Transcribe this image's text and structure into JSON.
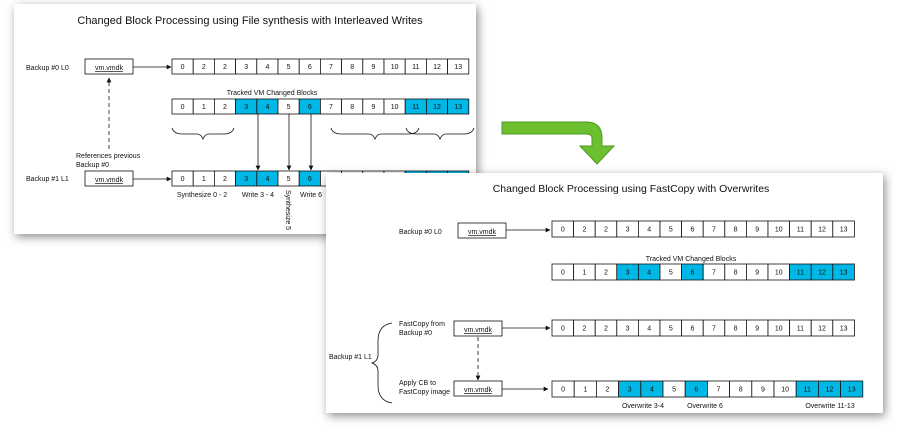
{
  "colors": {
    "changed": "#00b8e6",
    "arrow": "#6cbf2f",
    "arrow_dark": "#4f9a1f",
    "text": "#111111"
  },
  "cells": [
    "0",
    "1",
    "2",
    "3",
    "4",
    "5",
    "6",
    "7",
    "8",
    "9",
    "10",
    "11",
    "12",
    "13"
  ],
  "cells_l0": [
    "0",
    "2",
    "2",
    "3",
    "4",
    "5",
    "6",
    "7",
    "8",
    "9",
    "10",
    "11",
    "12",
    "13"
  ],
  "panel1": {
    "title": "Changed Block Processing using File synthesis with Interleaved Writes",
    "backup0_label": "Backup #0 L0",
    "backup1_label": "Backup #1 L1",
    "vmdk0": "vm.vmdk",
    "vmdk1": "vm.vmdk",
    "tracked_label": "Tracked VM Changed Blocks",
    "references_label": [
      "References previous",
      "Backup #0"
    ],
    "changed_indices": [
      3,
      4,
      6,
      11,
      12,
      13
    ],
    "captions": {
      "synth_0_2": "Synthesize 0 - 2",
      "write_3_4": "Write 3 - 4",
      "synth_5": "Synthesize 5",
      "write_6": "Write 6"
    }
  },
  "panel2": {
    "title": "Changed Block Processing using FastCopy with Overwrites",
    "backup0_label": "Backup #0 L0",
    "backup1_label": "Backup #1 L1",
    "vmdk0": "vm.vmdk",
    "vmdk_fastcopy": "vm.vmdk",
    "vmdk_apply": "vm.vmdk",
    "tracked_label": "Tracked VM Changed Blocks",
    "fastcopy_label": [
      "FastCopy from",
      "Backup #0"
    ],
    "apply_label": [
      "Apply CB to",
      "FastCopy image"
    ],
    "changed_indices": [
      3,
      4,
      6,
      11,
      12,
      13
    ],
    "captions": {
      "overwrite_3_4": "Overwrite 3-4",
      "overwrite_6": "Overwrite 6",
      "overwrite_11_13": "Overwrite 11-13"
    }
  }
}
